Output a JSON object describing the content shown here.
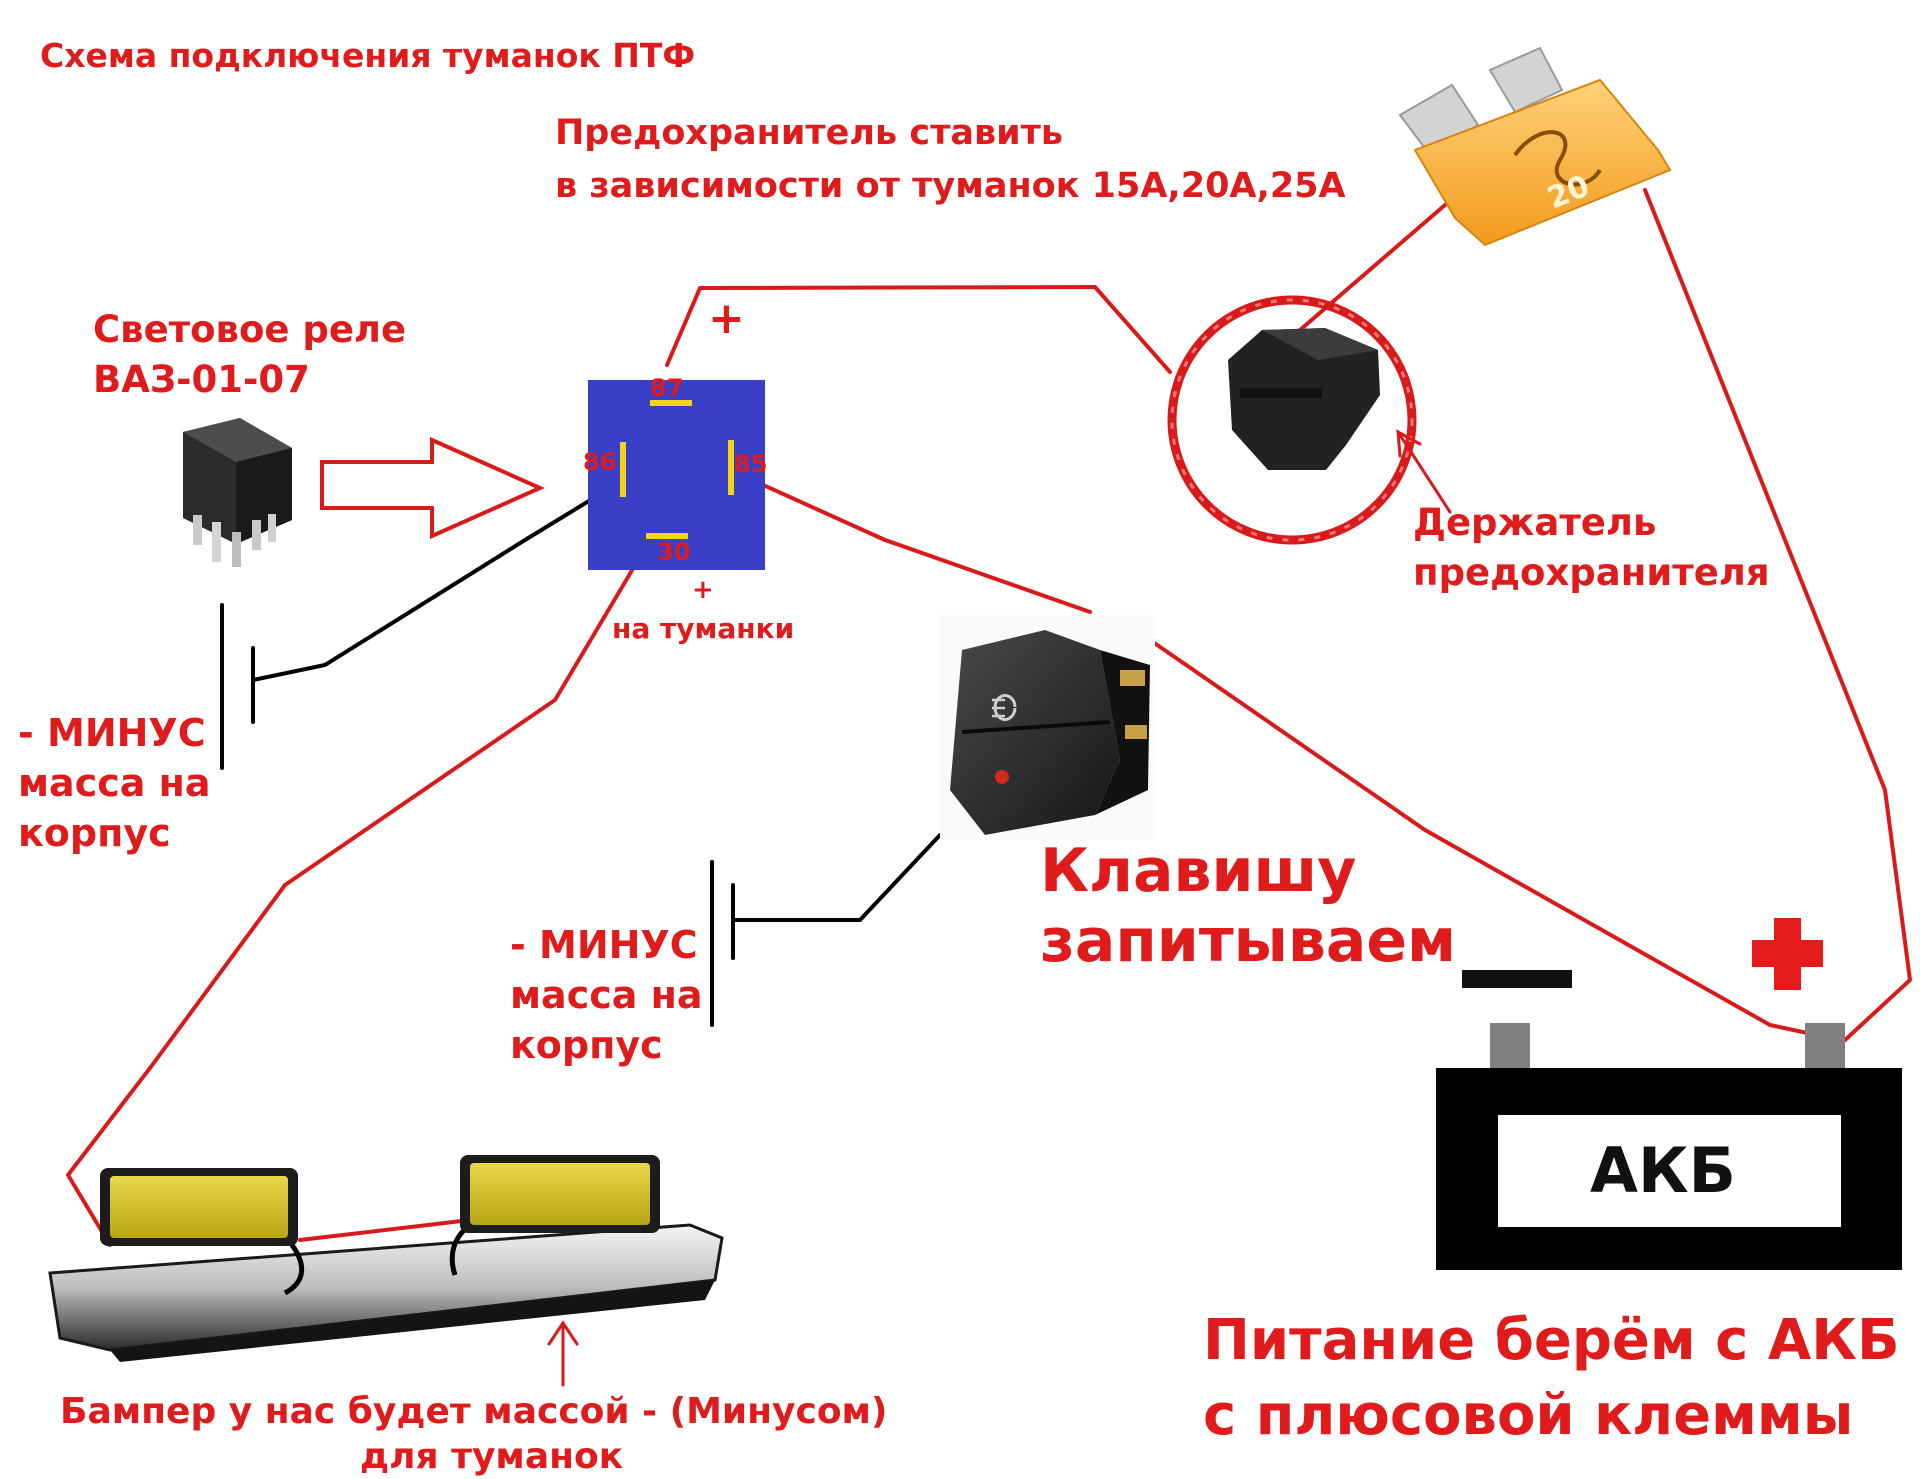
{
  "title": "Схема подключения туманок ПТФ",
  "fuse_note": {
    "line1": "Предохранитель ставить",
    "line2": "в зависимости от туманок 15А,20А,25А",
    "fuse_rating": "20"
  },
  "relay_label": {
    "line1": "Световое реле",
    "line2": "ВАЗ-01-07"
  },
  "relay_pins": {
    "p87": "87",
    "p86": "86",
    "p85": "85",
    "p30": "30"
  },
  "relay_plus": "+",
  "relay_out": {
    "line1": "+",
    "line2": "на туманки"
  },
  "ground1": {
    "line1": "- МИНУС",
    "line2": "масса на",
    "line3": "корпус"
  },
  "ground2": {
    "line1": "- МИНУС",
    "line2": "масса на",
    "line3": "корпус"
  },
  "holder_label": {
    "line1": "Держатель",
    "line2": "предохранителя"
  },
  "switch_label": {
    "line1": "Клавишу",
    "line2": "запитываем"
  },
  "battery": {
    "label": "АКБ",
    "minus": "—"
  },
  "battery_note": {
    "line1": "Питание берём с АКБ",
    "line2": "с плюсовой клеммы"
  },
  "bumper_note": {
    "line1": "Бампер у нас будет массой - (Минусом)",
    "line2": "для туманок"
  },
  "colors": {
    "wire_red": "#d91a1a",
    "wire_black": "#000000",
    "relay_blue": "#3a3fc8",
    "pin_yellow": "#f2d51b",
    "fuse_orange": "#f5a623",
    "fog_yellow": "#d8c41e"
  }
}
